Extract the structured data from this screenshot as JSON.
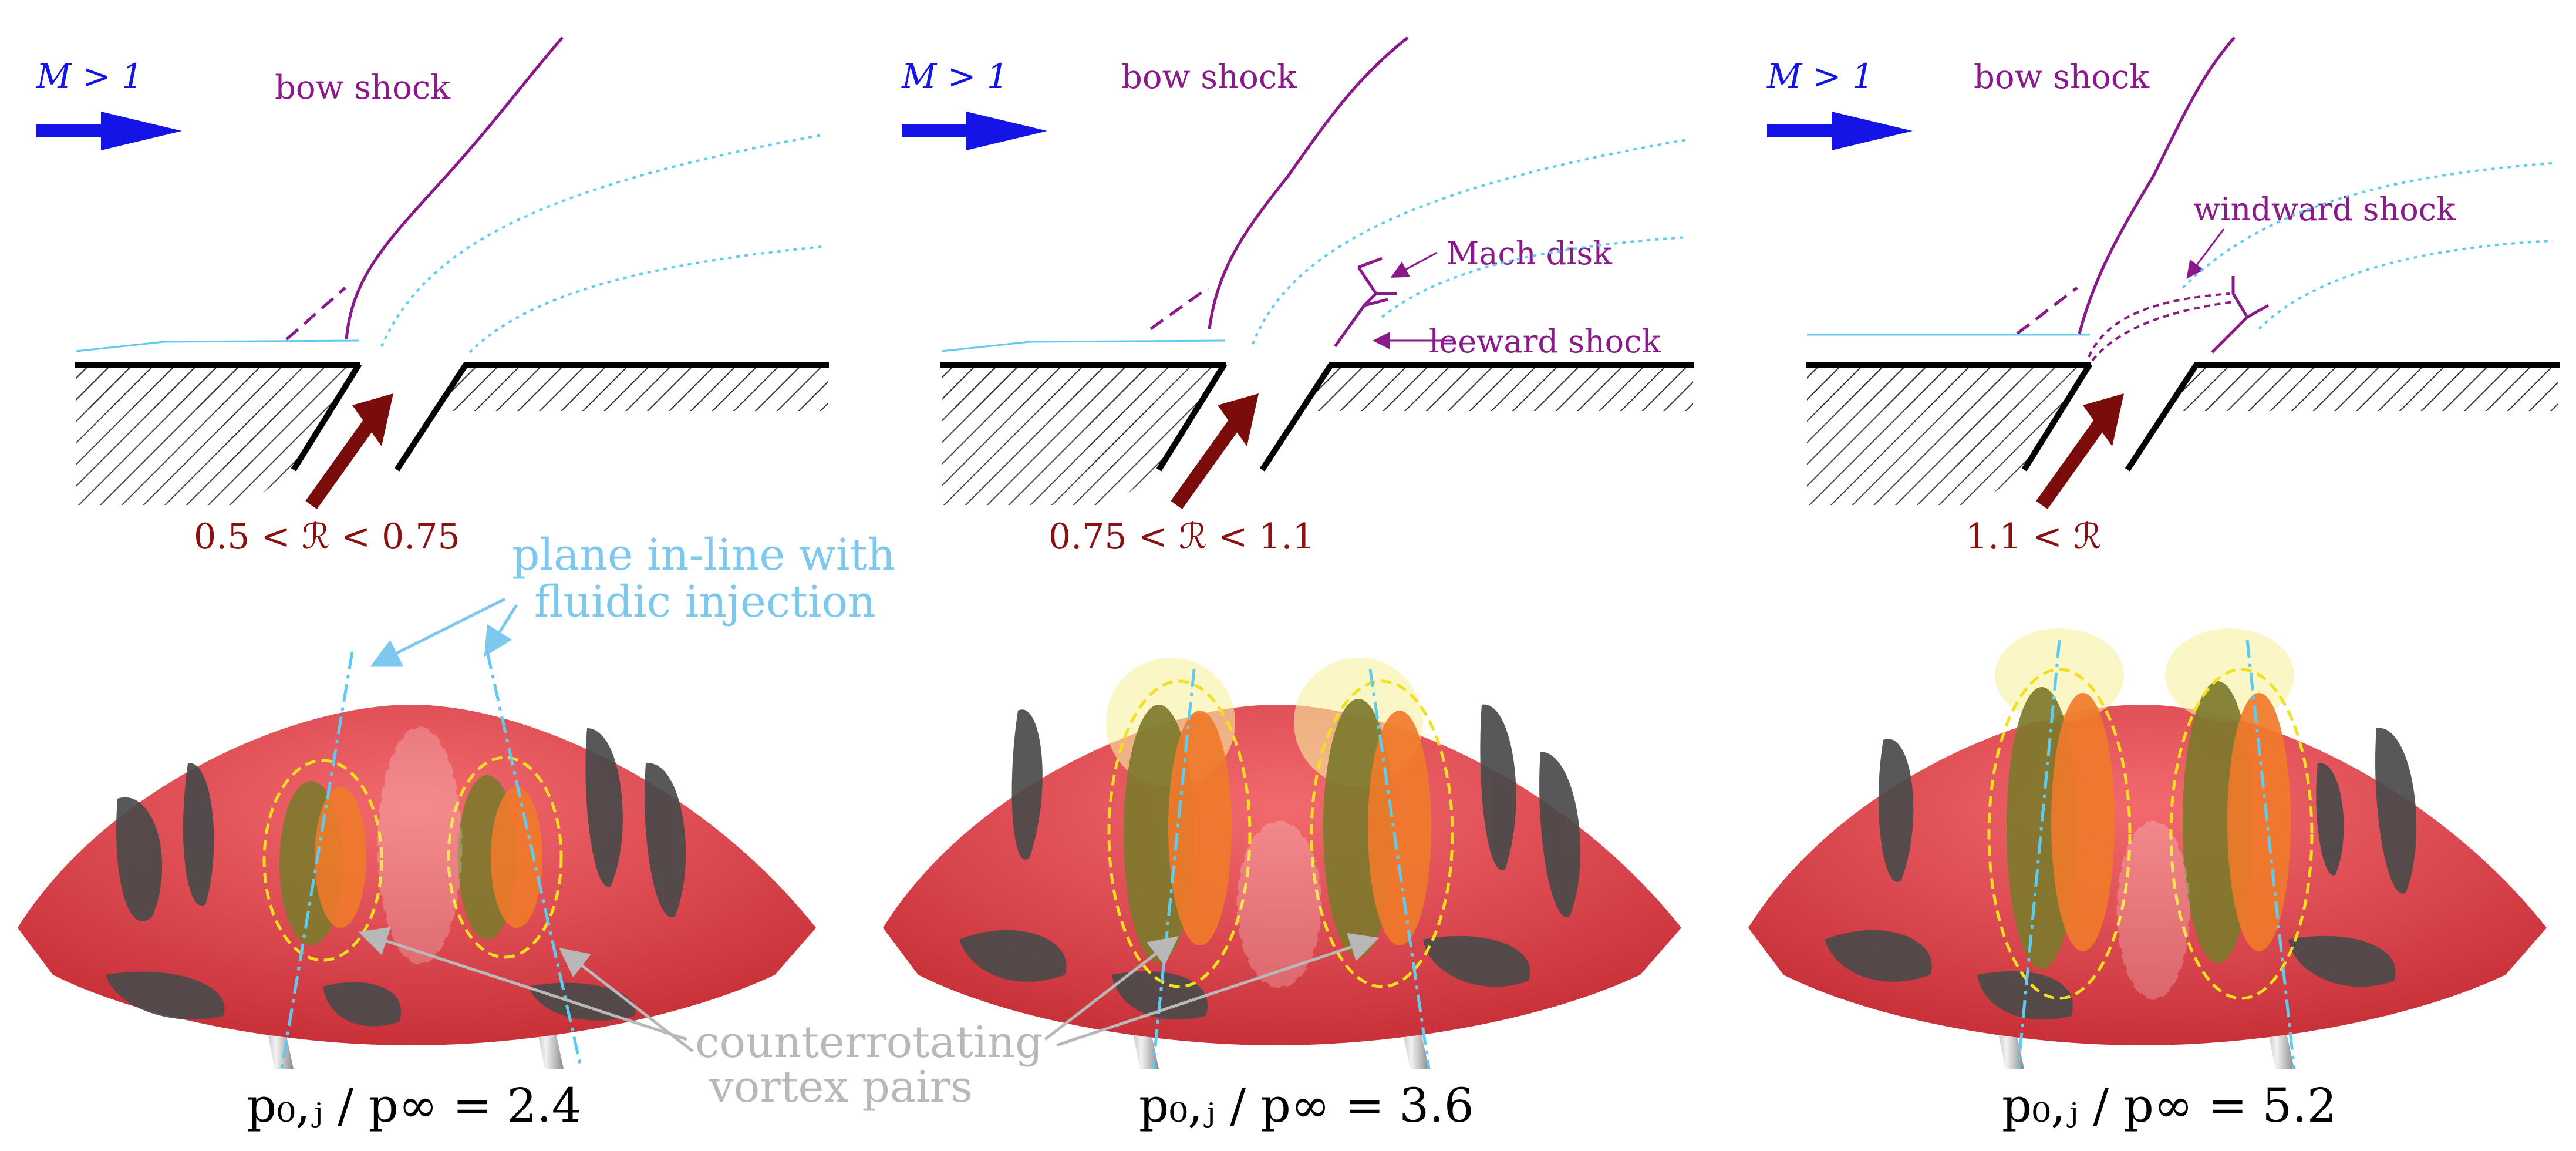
{
  "panels": [
    {
      "mach_label": "M > 1",
      "bow_label": "bow shock",
      "regime_label": "0.5 < ℛ < 0.75",
      "pressure_label": "p₀,ⱼ / p∞ = 2.4",
      "shock_labels": []
    },
    {
      "mach_label": "M > 1",
      "bow_label": "bow shock",
      "regime_label": "0.75 < ℛ < 1.1",
      "pressure_label": "p₀,ⱼ / p∞ = 3.6",
      "shock_labels": [
        "Mach disk",
        "leeward shock"
      ]
    },
    {
      "mach_label": "M > 1",
      "bow_label": "bow shock",
      "regime_label": "1.1 < ℛ",
      "pressure_label": "p₀,ⱼ / p∞ = 5.2",
      "shock_labels": [
        "windward shock"
      ]
    }
  ],
  "annotations": {
    "plane_line1": "plane in-line with",
    "plane_line2": "fluidic injection",
    "vortex_line1": "counterrotating",
    "vortex_line2": "vortex pairs"
  },
  "colors": {
    "mach_arrow": "#1414e6",
    "jet_arrow": "#7a0c0c",
    "shock": "#8a1a8a",
    "streamline": "#5ecbf0",
    "surface_red": "#e8464c",
    "surface_dark": "#4a4a4a",
    "vortex_orange": "#f07a2a",
    "vortex_olive": "#7d7a2c",
    "highlight_yellow": "#f0e020",
    "annotation_blue": "#7cc8ee",
    "annotation_gray": "#b8b8b8"
  }
}
